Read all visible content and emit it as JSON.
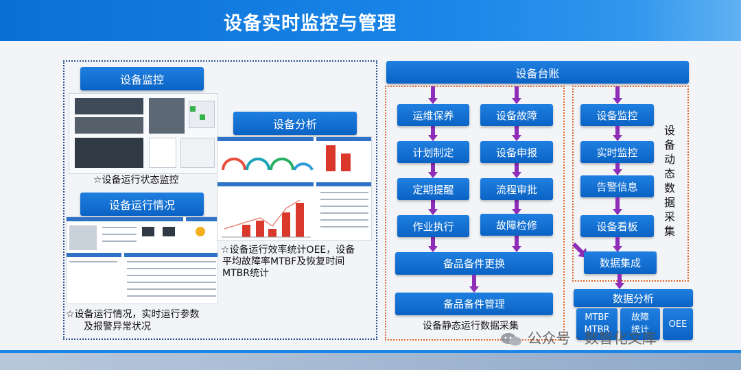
{
  "title": "设备实时监控与管理",
  "left": {
    "monitor_btn": "设备监控",
    "monitor_caption": "☆设备运行状态监控",
    "status_btn": "设备运行情况",
    "status_caption_1": "☆设备运行情况，实时运行参数",
    "status_caption_2": "及报警异常状况",
    "analysis_btn": "设备分析",
    "analysis_caption_1": "☆设备运行效率统计OEE，设备",
    "analysis_caption_2": "平均故障率MTBF及恢复时间",
    "analysis_caption_3": "MTBR统计"
  },
  "right": {
    "ledger_btn": "设备台账",
    "col1": [
      "运维保养",
      "计划制定",
      "定期提醒",
      "作业执行"
    ],
    "col2": [
      "设备故障",
      "设备申报",
      "流程审批",
      "故障检修"
    ],
    "spare_change": "备品备件更换",
    "spare_manage": "备品备件管理",
    "static_label": "设备静态运行数据采集",
    "col3": [
      "设备监控",
      "实时监控",
      "告警信息",
      "设备看板"
    ],
    "integration": "数据集成",
    "analysis": "数据分析",
    "metric_1a": "MTBF",
    "metric_1b": "MTBR",
    "metric_2a": "故障",
    "metric_2b": "统计",
    "metric_3": "OEE",
    "vertical_label": "设备动态数据采集"
  },
  "watermark": "公众号 · 数智化文库",
  "colors": {
    "primary": "#0a63c4",
    "arrow": "#8e2db8",
    "dotted_border": "#e0662a",
    "chart_bar": "#d9382b"
  }
}
